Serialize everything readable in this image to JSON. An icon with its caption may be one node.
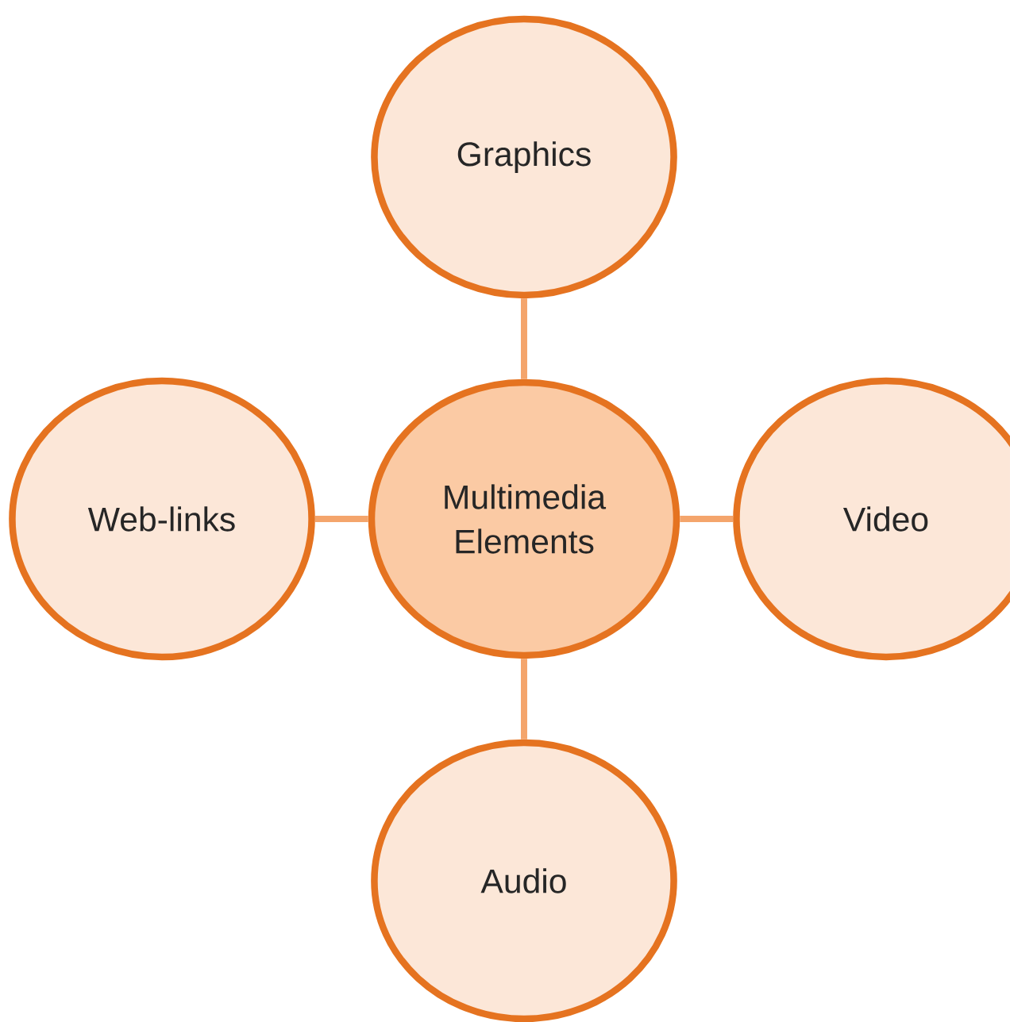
{
  "diagram": {
    "nodes": [
      {
        "text": [
          "Multimedia Elements"
        ]
      },
      {
        "text": [
          "Graphics"
        ]
      },
      {
        "text": [
          "Web-links"
        ]
      },
      {
        "text": [
          "Video"
        ]
      },
      {
        "text": [
          "Audio"
        ]
      }
    ],
    "edges": [
      {
        "from": 0,
        "to": 1,
        "arrow": "none"
      },
      {
        "from": 0,
        "to": 2,
        "arrow": "none"
      },
      {
        "from": 0,
        "to": 3,
        "arrow": "none"
      },
      {
        "from": 0,
        "to": 4,
        "arrow": "none"
      }
    ]
  }
}
